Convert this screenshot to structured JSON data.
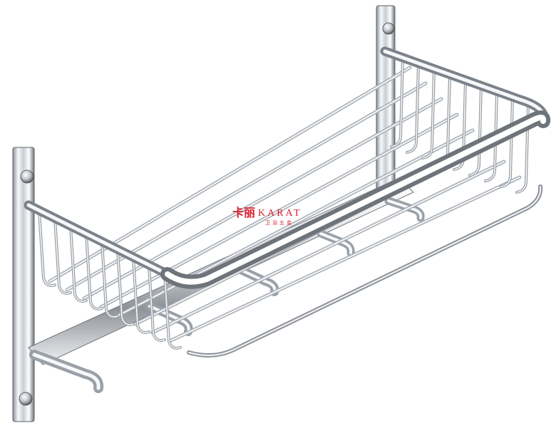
{
  "image": {
    "subject": "chrome-wire-bathroom-shelf-with-hooks",
    "background_color": "#ffffff",
    "metal_light": "#f4f6f8",
    "metal_mid": "#c8ccd2",
    "metal_dark": "#6f747b",
    "metal_shadow": "#3a3e44"
  },
  "watermark": {
    "brand_cn": "卡丽",
    "brand_latin": "KARAT",
    "tagline": "卫浴五金",
    "color": "#d81e2c"
  }
}
